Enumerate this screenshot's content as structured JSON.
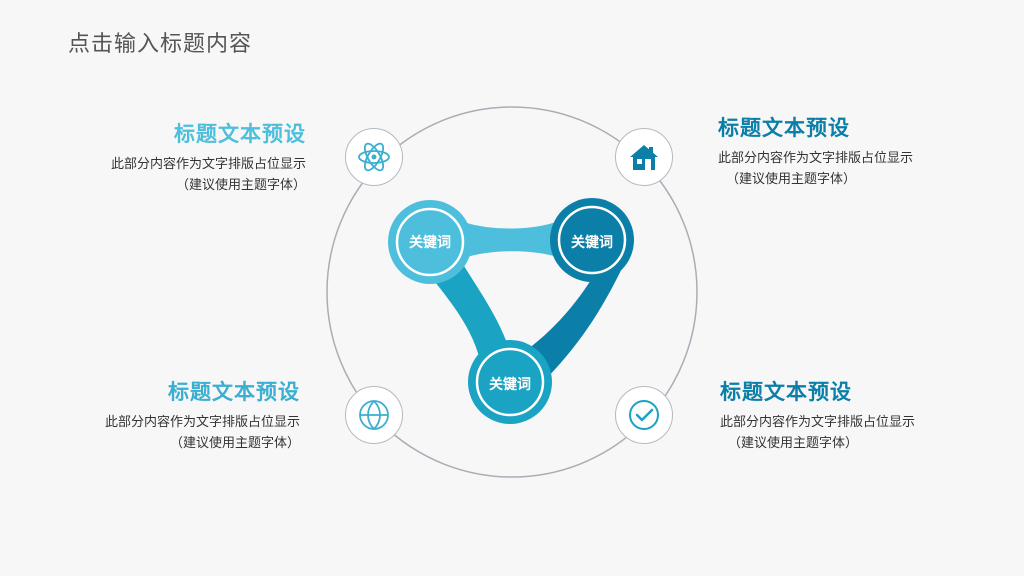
{
  "page": {
    "title": "点击输入标题内容"
  },
  "colors": {
    "accent_light": "#4dbfdc",
    "accent_mid": "#1aa3c2",
    "accent_dark": "#0b7fa8",
    "icon_line": "#3aafcf",
    "ring": "#a9adb5"
  },
  "blocks": [
    {
      "heading": "标题文本预设",
      "line1": "此部分内容作为文字排版占位显示",
      "line2": "（建议使用主题字体）",
      "color": "#4dbfdc"
    },
    {
      "heading": "标题文本预设",
      "line1": "此部分内容作为文字排版占位显示",
      "line2": "（建议使用主题字体）",
      "color": "#0b7fa8"
    },
    {
      "heading": "标题文本预设",
      "line1": "此部分内容作为文字排版占位显示",
      "line2": "（建议使用主题字体）",
      "color": "#3aafcf"
    },
    {
      "heading": "标题文本预设",
      "line1": "此部分内容作为文字排版占位显示",
      "line2": "（建议使用主题字体）",
      "color": "#0b7fa8"
    }
  ],
  "icons": [
    "atom-icon",
    "house-icon",
    "basketball-icon",
    "checkmark-icon"
  ],
  "keywords": [
    "关键词",
    "关键词",
    "关键词"
  ]
}
